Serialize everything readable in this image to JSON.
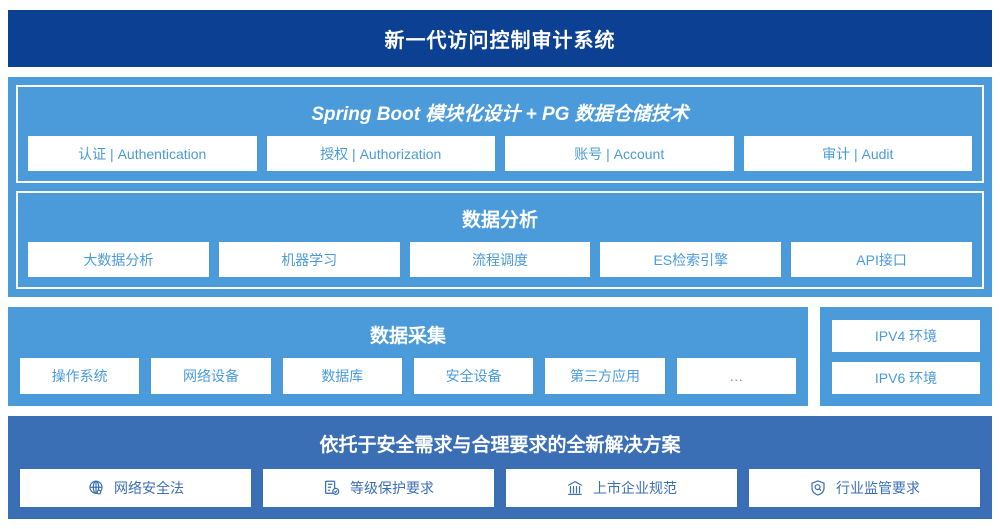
{
  "header": {
    "title": "新一代访问控制审计系统"
  },
  "colors": {
    "header_bg": "#0b4093",
    "panel_blue": "#4b9bdb",
    "panel_dark_blue": "#3a6fb5",
    "chip_bg": "#ffffff",
    "chip_text": "#4b9bdb",
    "bottom_chip_text": "#3a6fb5"
  },
  "platform": {
    "title": "Spring Boot 模块化设计 + PG 数据仓储技术",
    "items": [
      {
        "label": "认证 | Authentication"
      },
      {
        "label": "授权 | Authorization"
      },
      {
        "label": "账号 | Account"
      },
      {
        "label": "审计 | Audit"
      }
    ]
  },
  "analysis": {
    "title": "数据分析",
    "items": [
      {
        "label": "大数据分析"
      },
      {
        "label": "机器学习"
      },
      {
        "label": "流程调度"
      },
      {
        "label": "ES检索引擎"
      },
      {
        "label": "API接口"
      }
    ]
  },
  "collection": {
    "title": "数据采集",
    "items": [
      {
        "label": "操作系统"
      },
      {
        "label": "网络设备"
      },
      {
        "label": "数据库"
      },
      {
        "label": "安全设备"
      },
      {
        "label": "第三方应用"
      },
      {
        "label": "…"
      }
    ]
  },
  "environments": {
    "items": [
      {
        "label": "IPV4 环境"
      },
      {
        "label": "IPV6 环境"
      }
    ]
  },
  "solution": {
    "title": "依托于安全需求与合理要求的全新解决方案",
    "items": [
      {
        "label": "网络安全法",
        "icon": "globe-icon"
      },
      {
        "label": "等级保护要求",
        "icon": "document-check-icon"
      },
      {
        "label": "上市企业规范",
        "icon": "bank-icon"
      },
      {
        "label": "行业监管要求",
        "icon": "shield-search-icon"
      }
    ]
  }
}
